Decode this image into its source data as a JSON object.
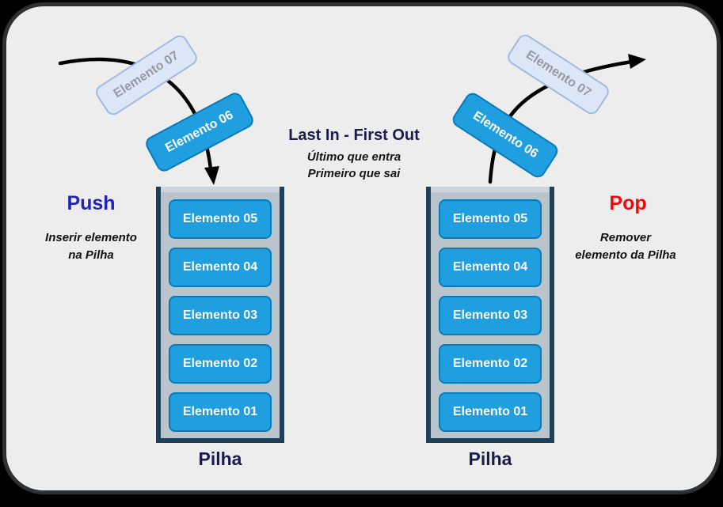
{
  "panel": {
    "background": "#ededee",
    "border_color": "#2d3134"
  },
  "lifo": {
    "title": "Last In - First Out",
    "subtitle_line1": "Último que entra",
    "subtitle_line2": "Primeiro que sai"
  },
  "push": {
    "title": "Push",
    "title_color": "#2323bb",
    "description_line1": "Inserir elemento",
    "description_line2": "na Pilha",
    "incoming_next_label": "Elemento 07",
    "incoming_current_label": "Elemento 06",
    "stack_label": "Pilha",
    "stack_items": [
      "Elemento 05",
      "Elemento 04",
      "Elemento 03",
      "Elemento 02",
      "Elemento 01"
    ]
  },
  "pop": {
    "title": "Pop",
    "title_color": "#ee0b0b",
    "description_line1": "Remover",
    "description_line2": "elemento da Pilha",
    "outgoing_next_label": "Elemento 07",
    "outgoing_current_label": "Elemento 06",
    "stack_label": "Pilha",
    "stack_items": [
      "Elemento 05",
      "Elemento 04",
      "Elemento 03",
      "Elemento 02",
      "Elemento 01"
    ]
  },
  "colors": {
    "element_fill": "#1f9fe0",
    "element_border": "#0c79b8",
    "ghost_element_fill": "#dbe6f7",
    "ghost_element_border": "#a3b9e2",
    "ghost_element_text": "#98999e",
    "stack_fill": "#b9c4cd",
    "stack_border": "#1e3f58",
    "heading_navy": "#1a1a4d",
    "arrow": "#000000"
  }
}
